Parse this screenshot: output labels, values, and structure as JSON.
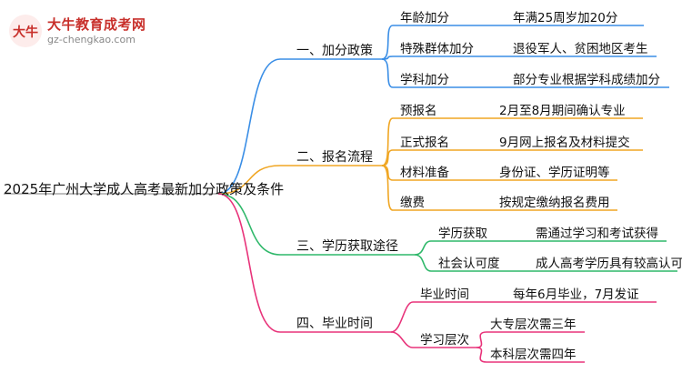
{
  "logo": {
    "mark": "大牛",
    "title": "大牛教育成考网",
    "url": "gz-chengkao.com"
  },
  "root": "2025年广州大学成人高考最新加分政策及条件",
  "branches": [
    {
      "label": "一、加分政策",
      "color": "#3a8ee6",
      "items": [
        {
          "key": "年龄加分",
          "value": "年满25周岁加20分"
        },
        {
          "key": "特殊群体加分",
          "value": "退役军人、贫困地区考生"
        },
        {
          "key": "学科加分",
          "value": "部分专业根据学科成绩加分"
        }
      ]
    },
    {
      "label": "二、报名流程",
      "color": "#f0a623",
      "items": [
        {
          "key": "预报名",
          "value": "2月至8月期间确认专业"
        },
        {
          "key": "正式报名",
          "value": "9月网上报名及材料提交"
        },
        {
          "key": "材料准备",
          "value": "身份证、学历证明等"
        },
        {
          "key": "缴费",
          "value": "按规定缴纳报名费用"
        }
      ]
    },
    {
      "label": "三、学历获取途径",
      "color": "#2fb86a",
      "items": [
        {
          "key": "学历获取",
          "value": "需通过学习和考试获得"
        },
        {
          "key": "社会认可度",
          "value": "成人高考学历具有较高认可度"
        }
      ]
    },
    {
      "label": "四、毕业时间",
      "color": "#e8337a",
      "items": [
        {
          "key": "毕业时间",
          "value": "每年6月毕业，7月发证"
        },
        {
          "key": "学习层次",
          "values": [
            "大专层次需三年",
            "本科层次需四年"
          ]
        }
      ]
    }
  ]
}
